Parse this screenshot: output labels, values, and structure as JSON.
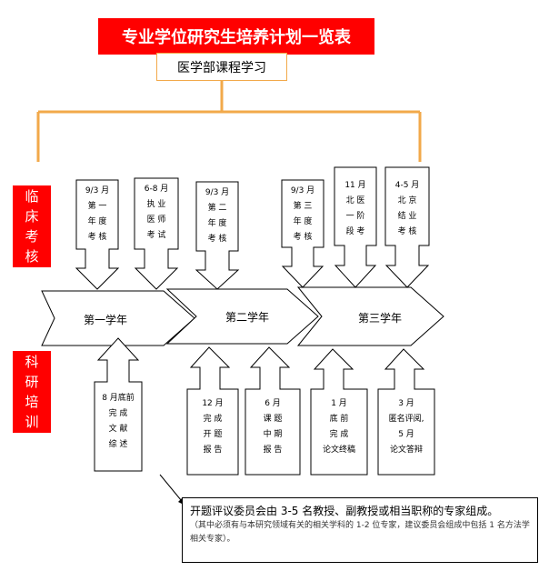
{
  "title": "专业学位研究生培养计划一览表",
  "subtitle": "医学部课程学习",
  "left_labels": {
    "clinical": "临\n床\n考\n核",
    "research": "科\n研\n培\n训"
  },
  "years": [
    "第一学年",
    "第二学年",
    "第三学年"
  ],
  "clinical_boxes": [
    "9/3 月\n第 一\n年 度\n考 核",
    "6-8 月\n执 业\n医 师\n考 试",
    "9/3 月\n第 二\n年 度\n考 核",
    "9/3 月\n第 三\n年 度\n考 核",
    "11 月\n北 医\n一 阶\n段 考",
    "4-5 月\n北 京\n结 业\n考 核"
  ],
  "research_boxes": [
    "8 月底前\n完 成\n文 献\n综 述",
    "12 月\n完 成\n开 题\n报 告",
    "6 月\n课 题\n中 期\n报 告",
    "1 月\n底 前\n完 成\n论文终稿",
    "3 月\n匿名评阅,\n5 月\n论文答辩"
  ],
  "note": {
    "main": "开题评议委员会由 3-5 名教授、副教授或相当职称的专家组成。",
    "sub": "（其中必须有与本研究领域有关的相关学科的 1-2 位专家，建议委员会组成中包括 1 名方法学相关专家）。"
  },
  "colors": {
    "title_bg": "#ff0000",
    "connector": "#f2a94a",
    "side_bg": "#ff0000"
  }
}
